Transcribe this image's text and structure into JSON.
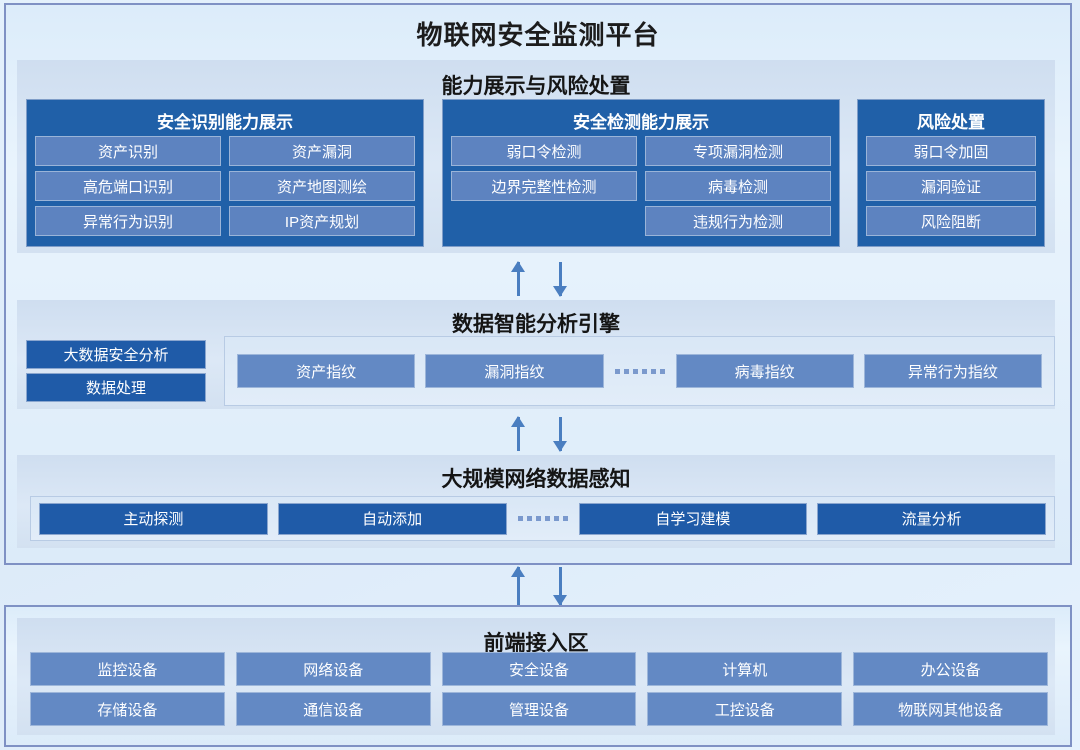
{
  "platform": {
    "title": "物联网安全监测平台"
  },
  "sections": {
    "capability": {
      "title": "能力展示与风险处置",
      "panels": [
        {
          "name": "identify",
          "title": "安全识别能力展示",
          "col_left": [
            "资产识别",
            "高危端口识别",
            "异常行为识别"
          ],
          "col_right": [
            "资产漏洞",
            "资产地图测绘",
            "IP资产规划"
          ]
        },
        {
          "name": "detect",
          "title": "安全检测能力展示",
          "col_left": [
            "弱口令检测",
            "边界完整性检测"
          ],
          "col_right": [
            "专项漏洞检测",
            "病毒检测",
            "违规行为检测"
          ]
        },
        {
          "name": "risk",
          "title": "风险处置",
          "col_left": [
            "弱口令加固",
            "漏洞验证",
            "风险阻断"
          ],
          "col_right": []
        }
      ]
    },
    "engine": {
      "title": "数据智能分析引擎",
      "left_chips": [
        "大数据安全分析",
        "数据处理"
      ],
      "fingerprints_before": [
        "资产指纹",
        "漏洞指纹"
      ],
      "ellipsis": "……",
      "fingerprints_after": [
        "病毒指纹",
        "异常行为指纹"
      ]
    },
    "sensing": {
      "title": "大规模网络数据感知",
      "items_before": [
        "主动探测",
        "自动添加"
      ],
      "ellipsis": "……",
      "items_after": [
        "自学习建模",
        "流量分析"
      ]
    },
    "access": {
      "title": "前端接入区",
      "devices": [
        "监控设备",
        "网络设备",
        "安全设备",
        "计算机",
        "办公设备",
        "存储设备",
        "通信设备",
        "管理设备",
        "工控设备",
        "物联网其他设备"
      ]
    }
  },
  "colors": {
    "panel_dark_blue": "#2060a8",
    "chip_blue": "#5d83c0",
    "device_blue": "#6389c4",
    "arrow_blue": "#4a7ec0",
    "band_gray_blue": "#cfdef0",
    "frame_border": "#7f91c4"
  }
}
